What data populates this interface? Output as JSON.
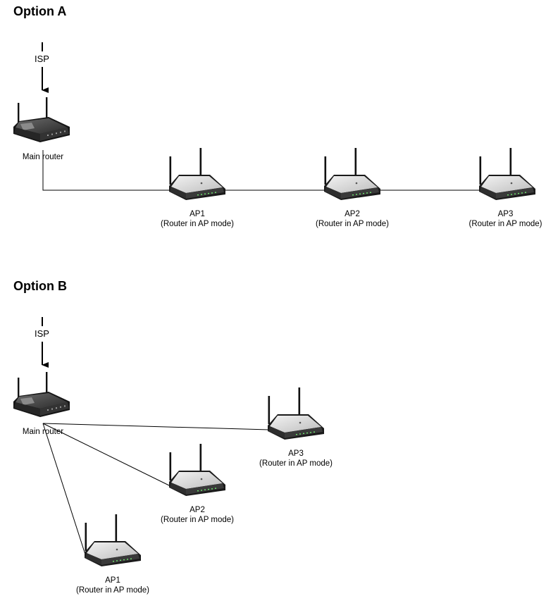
{
  "option_a": {
    "title": "Option A",
    "isp_label": "ISP",
    "main_router_label": "Main router",
    "aps": [
      {
        "name": "AP1",
        "mode": "(Router in AP mode)"
      },
      {
        "name": "AP2",
        "mode": "(Router in AP mode)"
      },
      {
        "name": "AP3",
        "mode": "(Router in AP mode)"
      }
    ]
  },
  "option_b": {
    "title": "Option B",
    "isp_label": "ISP",
    "main_router_label": "Main router",
    "aps": [
      {
        "name": "AP1",
        "mode": "(Router in AP mode)"
      },
      {
        "name": "AP2",
        "mode": "(Router in AP mode)"
      },
      {
        "name": "AP3",
        "mode": "(Router in AP mode)"
      }
    ]
  }
}
